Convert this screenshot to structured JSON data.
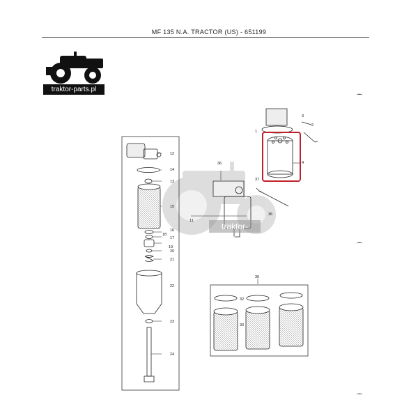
{
  "header": {
    "title": "MF 135 N.A. TRACTOR (US) - 651199"
  },
  "logo": {
    "text": "traktor-parts.pl",
    "icon": "tractor-icon"
  },
  "watermark": {
    "text": "traktor-parts.pl",
    "icon": "tractor-icon"
  },
  "callouts": {
    "c1": "1",
    "c2": "2",
    "c3": "3",
    "c4": "4",
    "c12": "12",
    "c14": "14",
    "c13": "13",
    "c15": "15",
    "c16": "16",
    "c18": "18",
    "c17": "17",
    "c19": "19",
    "c20": "20",
    "c21": "21",
    "c22": "22",
    "c23": "23",
    "c24": "24",
    "c36a": "36",
    "c11": "11",
    "c37": "37",
    "c36b": "36",
    "c30": "30",
    "c32": "32",
    "c33": "33"
  },
  "highlight": {
    "part": "4",
    "color": "#c0202a"
  }
}
